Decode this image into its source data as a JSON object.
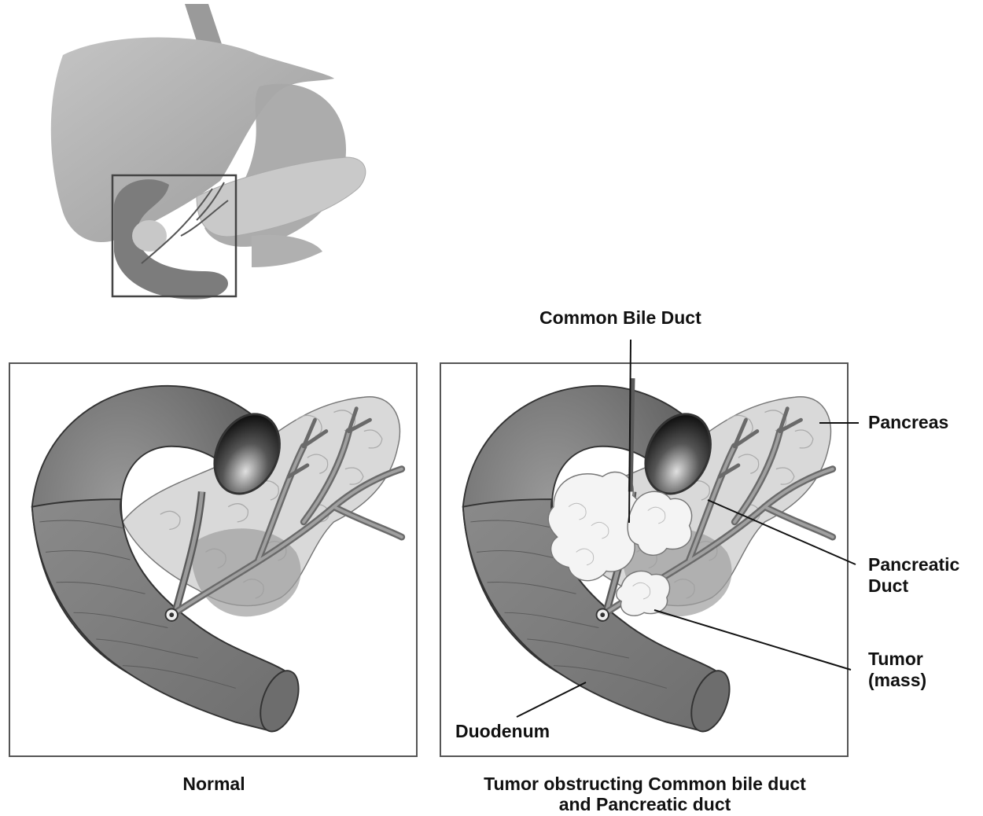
{
  "labels": {
    "common_bile_duct": "Common Bile Duct",
    "pancreas": "Pancreas",
    "pancreatic_duct_line1": "Pancreatic",
    "pancreatic_duct_line2": "Duct",
    "tumor_line1": "Tumor",
    "tumor_line2": "(mass)",
    "duodenum": "Duodenum"
  },
  "captions": {
    "normal": "Normal",
    "tumor_line1": "Tumor obstructing Common bile duct",
    "tumor_line2": "and Pancreatic duct"
  },
  "colors": {
    "organ_light": "#b8b8b8",
    "organ_mid": "#8c8c8c",
    "organ_dark": "#5a5a5a",
    "line": "#111111",
    "tumor": "#f4f4f4"
  }
}
